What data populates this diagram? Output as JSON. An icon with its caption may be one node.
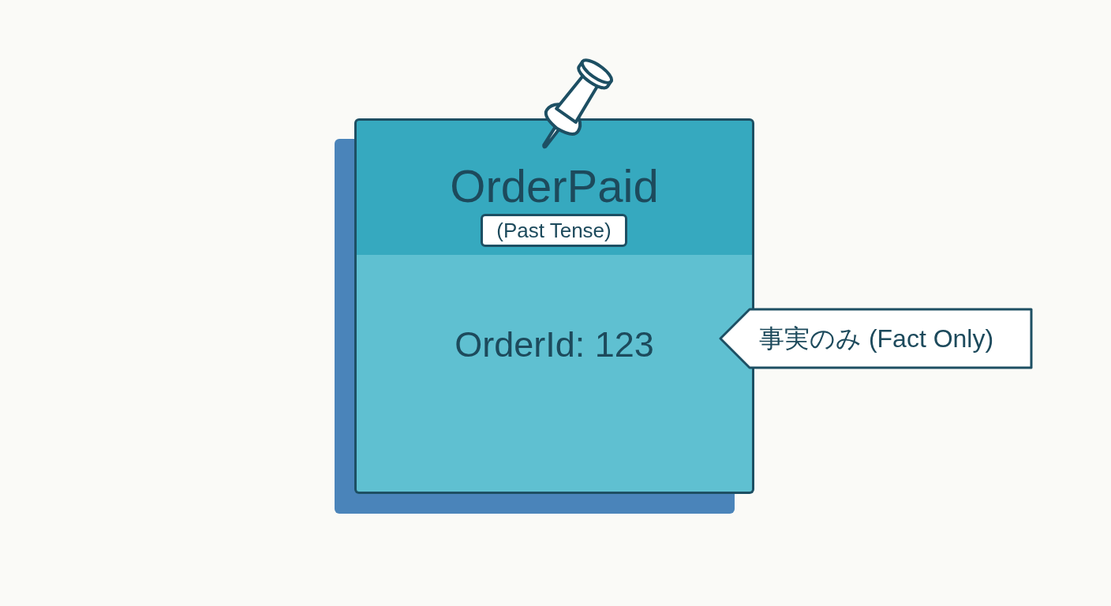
{
  "diagram": {
    "nodes": [
      {
        "text": [
          "OrderPaid"
        ]
      },
      {
        "text": [
          "(Past Tense)"
        ],
        "in": 0
      },
      {
        "text": [
          "OrderId: 123"
        ]
      },
      {
        "text": [
          "事実のみ (Fact Only)"
        ]
      }
    ]
  }
}
